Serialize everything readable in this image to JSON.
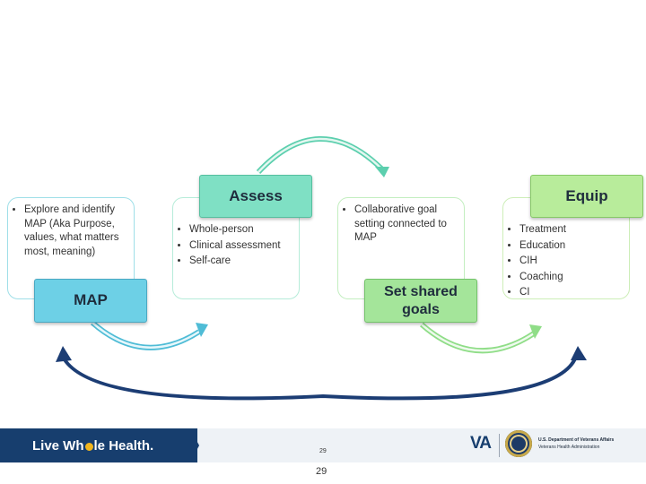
{
  "slide": {
    "boxes": [
      {
        "key": "map",
        "title": "MAP",
        "accent": "#6dd0e6",
        "border": "#9fdfe8",
        "bullets": [
          "Explore and identify MAP (Aka Purpose, values, what matters most, meaning)"
        ]
      },
      {
        "key": "assess",
        "title": "Assess",
        "accent": "#7fe0c4",
        "border": "#b6ecd9",
        "bullets": [
          "Whole-person",
          "Clinical assessment",
          "Self-care"
        ]
      },
      {
        "key": "goals",
        "title": "Set shared goals",
        "accent": "#a4e59a",
        "border": "#c3eec0",
        "bullets": [
          "Collaborative goal setting connected to MAP"
        ]
      },
      {
        "key": "equip",
        "title": "Equip",
        "accent": "#b8ec9b",
        "border": "#cdeeb8",
        "bullets": [
          "Treatment",
          "Education",
          "CIH",
          "Coaching",
          "CI"
        ]
      }
    ],
    "arrow_colors": {
      "cyan": "#4fbcd6",
      "teal": "#5ccfae",
      "green": "#8fdd87",
      "navy": "#1c3d74"
    }
  },
  "footer": {
    "brand_pre": "Live Wh",
    "brand_post": "le Health.",
    "page_small": "29",
    "page_number": "29",
    "va_logo_text": "VA",
    "dept_line1": "U.S. Department of Veterans Affairs",
    "dept_line2": "Veterans Health Administration"
  }
}
